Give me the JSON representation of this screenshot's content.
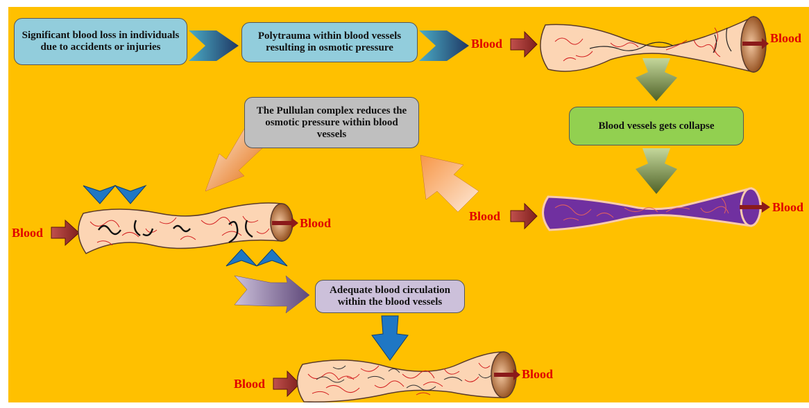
{
  "colors": {
    "background": "#FFC000",
    "box_blue": "#92CDDC",
    "box_gray": "#BFBFBF",
    "box_green": "#92D050",
    "box_lavender": "#CCC0DA",
    "blood_text": "#E00000",
    "vessel_normal": "#FCD5B4",
    "vessel_collapsed": "#7030A0"
  },
  "boxes": {
    "blood_loss": "Significant blood loss in individuals due to accidents or injuries",
    "polytrauma": "Polytrauma within blood vessels resulting in osmotic pressure",
    "collapse": "Blood vessels gets collapse",
    "pullulan": "The Pullulan complex reduces the osmotic pressure within blood vessels",
    "circulation": "Adequate blood circulation within the blood vessels"
  },
  "labels": {
    "blood_in_top": "Blood",
    "blood_out_top": "Blood",
    "blood_in_collapsed": "Blood",
    "blood_out_collapsed": "Blood",
    "blood_in_treated": "Blood",
    "blood_out_treated": "Blood",
    "blood_in_bottom": "Blood",
    "blood_out_bottom": "Blood"
  }
}
